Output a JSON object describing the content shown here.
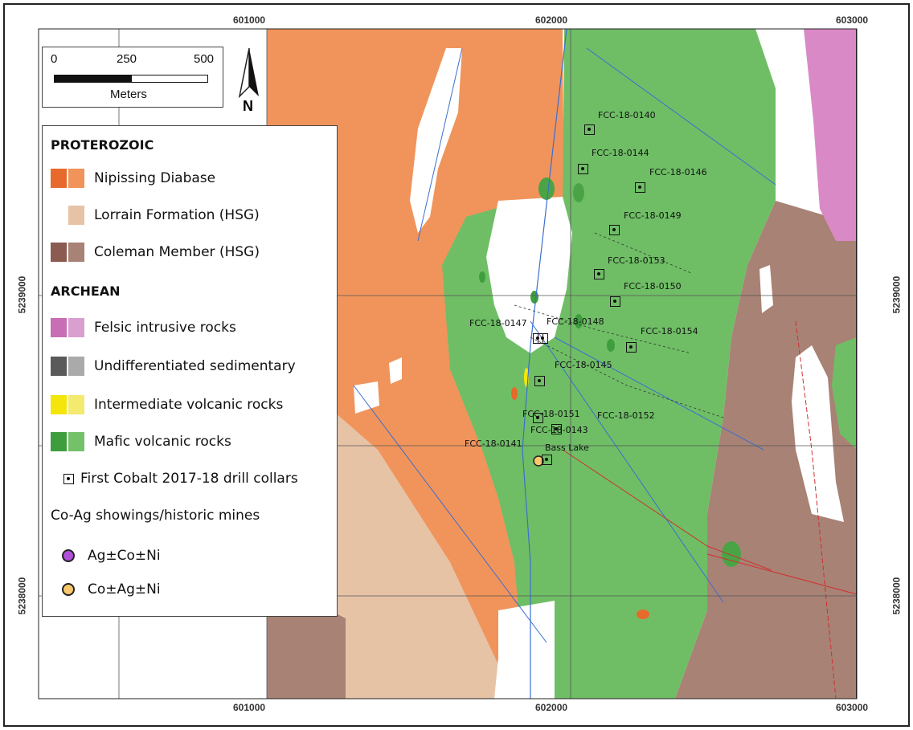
{
  "coords": {
    "top": [
      "601000",
      "602000",
      "603000"
    ],
    "bottom": [
      "601000",
      "602000",
      "603000"
    ],
    "left": [
      "5239000",
      "5238000"
    ],
    "right": [
      "5239000",
      "5238000"
    ]
  },
  "scalebar": {
    "ticks": [
      "0",
      "250",
      "500"
    ],
    "unit": "Meters"
  },
  "north_label": "N",
  "legend": {
    "proterozoic_header": "PROTEROZOIC",
    "nipissing": "Nipissing Diabase",
    "lorrain": "Lorrain Formation (HSG)",
    "coleman": "Coleman Member (HSG)",
    "archean_header": "ARCHEAN",
    "felsic": "Felsic intrusive rocks",
    "undiff": "Undifferentiated  sedimentary",
    "intermediate": "Intermediate volcanic rocks",
    "mafic": "Mafic volcanic rocks",
    "drill": "First Cobalt 2017-18 drill collars",
    "showings_header": "Co-Ag showings/historic mines",
    "ag": "Ag±Co±Ni",
    "co": "Co±Ag±Ni"
  },
  "drill_holes": [
    "FCC-18-0140",
    "FCC-18-0144",
    "FCC-18-0146",
    "FCC-18-0149",
    "FCC-18-0153",
    "FCC-18-0150",
    "FCC-18-0147",
    "FCC-18-0148",
    "FCC-18-0154",
    "FCC-18-0145",
    "FCC-18-0151",
    "FCC-18-0152",
    "FCC-18-0143",
    "FCC-18-0141"
  ],
  "lake_label": "Bass Lake",
  "colors": {
    "nipissing_dark": "#e8692c",
    "nipissing_light": "#f0945c",
    "lorrain": "#e7c3a6",
    "coleman_dark": "#8b5a50",
    "coleman_light": "#a88275",
    "felsic_dark": "#c86eb4",
    "felsic_light": "#d9a0cf",
    "undiff_dark": "#5a5a5a",
    "undiff_light": "#aaaaaa",
    "intermediate_dark": "#f4e60a",
    "intermediate_light": "#f4ea70",
    "mafic_dark": "#3e9e3e",
    "mafic_light": "#73c26a",
    "ag_marker": "#b050d8",
    "co_marker": "#f9c86a"
  }
}
